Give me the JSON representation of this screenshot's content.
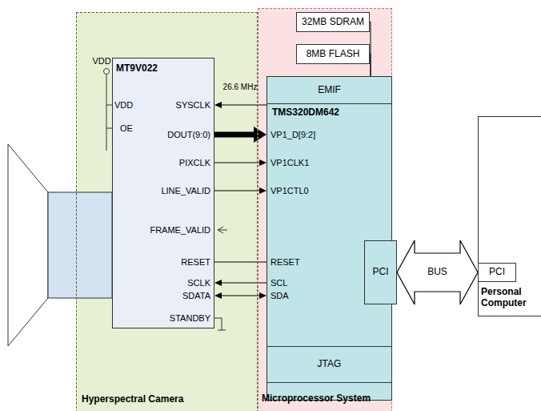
{
  "diagram": {
    "nodes": [
      {
        "text": [
          "Hyperspectral Camera"
        ]
      },
      {
        "text": [
          "MT9V022"
        ],
        "in": 0
      },
      {
        "text": [
          "Microprocessor System"
        ]
      },
      {
        "text": [
          "32MB SDRAM"
        ],
        "in": 2
      },
      {
        "text": [
          "8MB FLASH"
        ],
        "in": 2
      },
      {
        "text": [
          "TMS320DM642"
        ],
        "in": 2
      },
      {
        "text": [
          "EMIF"
        ],
        "in": 5
      },
      {
        "text": [
          "JTAG"
        ],
        "in": 5
      },
      {
        "text": [
          "PCI"
        ],
        "in": 5
      },
      {
        "text": [
          "Personal Computer"
        ]
      },
      {
        "text": [
          "PCI"
        ],
        "in": 9
      }
    ],
    "edges": [
      {
        "from": 5,
        "to": 1,
        "arrow": "to",
        "label": "26.6 MHz"
      },
      {
        "from": 1,
        "to": 5,
        "arrow": "to"
      },
      {
        "from": 1,
        "to": 5,
        "arrow": "to"
      },
      {
        "from": 1,
        "to": 5,
        "arrow": "to"
      },
      {
        "from": 5,
        "to": 1,
        "arrow": "none"
      },
      {
        "from": 5,
        "to": 1,
        "arrow": "to"
      },
      {
        "from": 1,
        "to": 5,
        "arrow": "both"
      },
      {
        "from": 3,
        "to": 6,
        "arrow": "none"
      },
      {
        "from": 4,
        "to": 6,
        "arrow": "none"
      },
      {
        "from": 8,
        "to": 10,
        "arrow": "both",
        "label": "BUS"
      }
    ],
    "labels": [
      "VDD",
      "VDD",
      "OE",
      "SYSCLK",
      "DOUT(9:0)",
      "PIXCLK",
      "LINE_VALID",
      "FRAME_VALID",
      "RESET",
      "SCLK",
      "SDATA",
      "STANDBY",
      "VP1_D[9:2]",
      "VP1CLK1",
      "VP1CTL0",
      "RESET",
      "SCL",
      "SDA"
    ]
  }
}
